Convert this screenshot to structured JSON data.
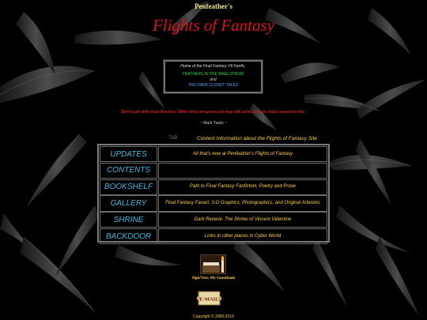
{
  "header": {
    "site_owner": "Penfeather's",
    "site_title": "Flights of Fantasy"
  },
  "intro_box": {
    "line1": "Home of the Final Fantasy VII Fanfic,",
    "line2": "FEATHERS IN THE MAELSTROM",
    "line3": "and",
    "line4": "THE DARK CLOSET TALES"
  },
  "quote": {
    "text": "Don't part with your illusions. When they are gone you may still exist, but you have ceased to live.",
    "author": "~ Mark Twain ~"
  },
  "contents_caption": {
    "lead": "TAB",
    "text": "Content Information about the Flights of Fantasy Site"
  },
  "menu": [
    {
      "label": "UPDATES",
      "description": "All that's new at Penfeather's Flights of Fantasy"
    },
    {
      "label": "CONTENTS",
      "description": ""
    },
    {
      "label": "BOOKSHELF",
      "description": "Path to Final Fantasy Fanfiction, Poetry and Prose"
    },
    {
      "label": "GALLERY",
      "description": "Final Fantasy Fanart, 3-D Graphics, Photographics, and Original Artworks"
    },
    {
      "label": "SHRINE",
      "description": "Dark Reverie: The Shrine of Vincent Valentine"
    },
    {
      "label": "BACKDOOR",
      "description": "Links to other places in Cyber World"
    }
  ],
  "footer": {
    "guestbook_label": "Sign/View My Guestbook",
    "email_label": "E-MAIL",
    "copyright": "Copyright © 2000-2019"
  },
  "colors": {
    "background": "#000000",
    "title_red": "#e0101a",
    "menu_blue": "#40b8e0",
    "description_gold": "#ffd23a"
  }
}
